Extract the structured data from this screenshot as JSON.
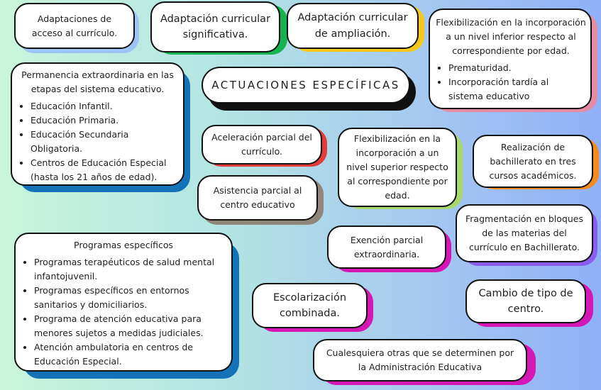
{
  "title": "ACTUACIONES ESPECÍFICAS",
  "cards": {
    "acceso": "Adaptaciones de acceso al currículo.",
    "significativa": "Adaptación curricular significativa.",
    "ampliacion": "Adaptación curricular de ampliación.",
    "flex_inferior": {
      "heading": "Flexibilización en la incorporación a un nivel inferior respecto al correspondiente por edad.",
      "items": [
        "Prematuridad.",
        "Incorporación tardía al sistema educativo"
      ]
    },
    "permanencia": {
      "heading": "Permanencia extraordinaria en las etapas del sistema educativo.",
      "items": [
        "Educación Infantil.",
        "Educación Primaria.",
        "Educación Secundaria Obligatoria.",
        "Centros de Educación Especial (hasta los 21 años de edad)."
      ]
    },
    "aceleracion": "Aceleración parcial del currículo.",
    "flex_superior": "Flexibilización en la incorporación a un nivel superior respecto al correspondiente por edad.",
    "bachillerato_tres": "Realización de bachillerato en tres cursos académicos.",
    "asistencia": "Asistencia parcial al centro educativo",
    "fragmentacion": "Fragmentación en bloques de las materias del currículo en Bachillerato.",
    "programas": {
      "heading": "Programas específicos",
      "items": [
        "Programas terapéuticos de salud mental infantojuvenil.",
        "Programas específicos en entornos sanitarios y domiciliarios.",
        "Programa de atención educativa para menores sujetos a medidas judiciales.",
        "Atención ambulatoria en centros de Educación Especial."
      ]
    },
    "exencion": "Exención parcial extraordinaria.",
    "escolarizacion": "Escolarización combinada.",
    "cambio": "Cambio de tipo de centro.",
    "cualesquiera": "Cualesquiera otras que se determinen por la Administración Educativa"
  },
  "colors": {
    "acceso": "#9cc4f5",
    "significativa": "#16b24f",
    "ampliacion": "#f5c71a",
    "flex_inferior": "#e48ca4",
    "permanencia": "#1473b8",
    "titulo": "#111111",
    "aceleracion": "#e53a3a",
    "flex_superior": "#a9d86e",
    "bachillerato_tres": "#f58a1f",
    "asistencia": "#8f8579",
    "fragmentacion": "#8b5cf0",
    "programas": "#1473b8",
    "exencion": "#d417b5",
    "escolarizacion": "#d417b5",
    "cambio": "#d417b5",
    "cualesquiera": "#d417b5"
  }
}
